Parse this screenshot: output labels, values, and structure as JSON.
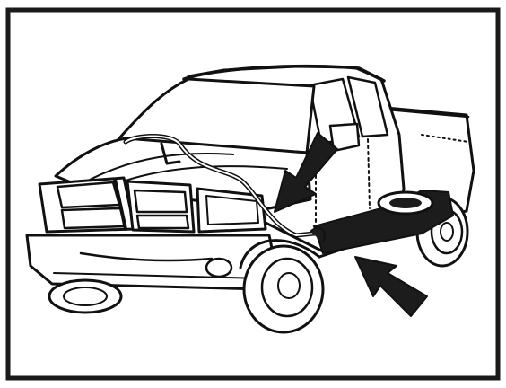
{
  "figure": {
    "kind": "line-art illustration",
    "subject": "pickup truck",
    "callouts": [
      {
        "name": "upper-arrow",
        "icon": "arrow-down-left-icon"
      },
      {
        "name": "lower-arrow",
        "icon": "arrow-up-left-icon"
      }
    ],
    "colors": {
      "background": "#ffffff",
      "frame": "#1a1a1a",
      "ink": "#111111",
      "fill": "#1c1c1c"
    }
  }
}
